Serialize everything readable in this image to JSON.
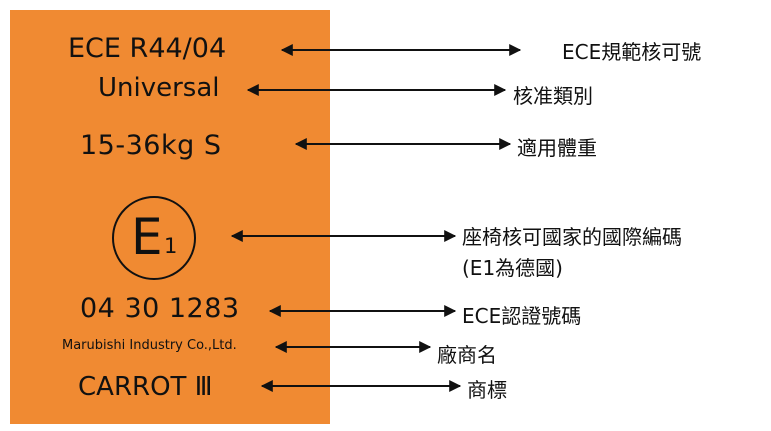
{
  "colors": {
    "label_background": "#F08A32",
    "ink": "#111111"
  },
  "label": {
    "regulation": "ECE R44/04",
    "category": "Universal",
    "weight_range": "15-36kg  S",
    "emark": {
      "letter": "E",
      "number": "1"
    },
    "approval_number": "04  30  1283",
    "manufacturer": "Marubishi Industry Co.,Ltd.",
    "brand": "CARROT Ⅲ"
  },
  "descriptions": {
    "regulation": "ECE規範核可號",
    "category": "核准類別",
    "weight_range": "適用體重",
    "country_code": "座椅核可國家的國際編碼",
    "country_code_note": "(E1為德國)",
    "approval_number": "ECE認證號碼",
    "manufacturer": "廠商名",
    "brand": "商標"
  }
}
